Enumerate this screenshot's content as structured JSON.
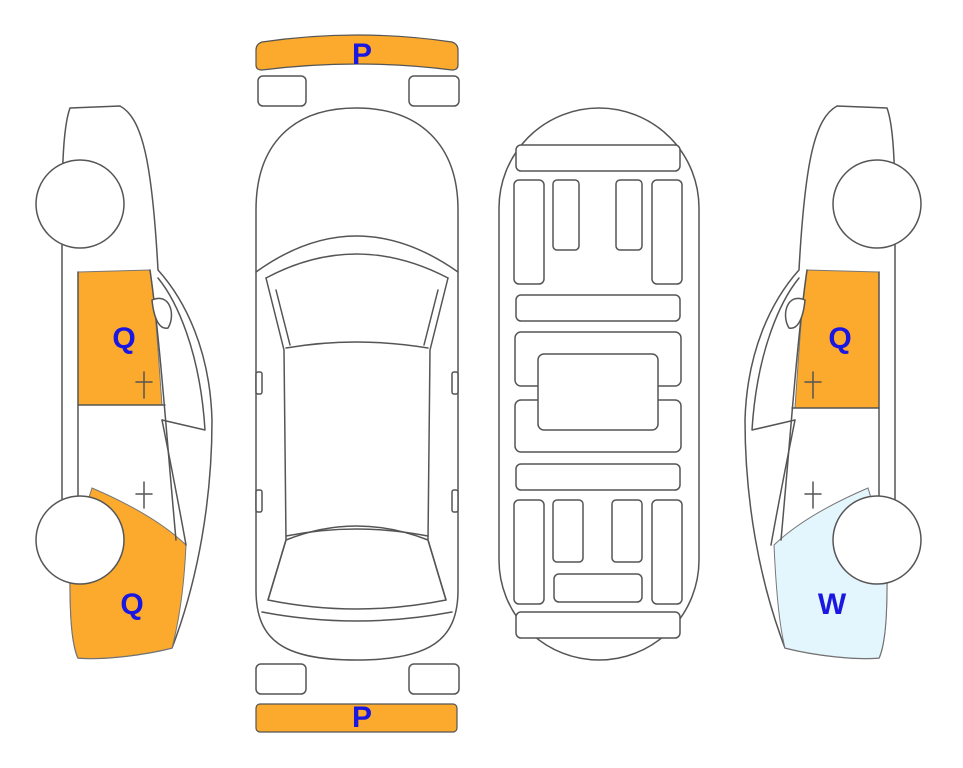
{
  "colors": {
    "outline": "#555555",
    "panel_orange": "#FBAA2D",
    "panel_light_blue": "#E4F6FD",
    "label_blue": "#1A17E0"
  },
  "labels": {
    "front_bumper": "P",
    "rear_bumper": "P",
    "left_front_door": "Q",
    "left_rear_quarter": "Q",
    "right_front_door": "Q",
    "right_rear_quarter": "W"
  }
}
